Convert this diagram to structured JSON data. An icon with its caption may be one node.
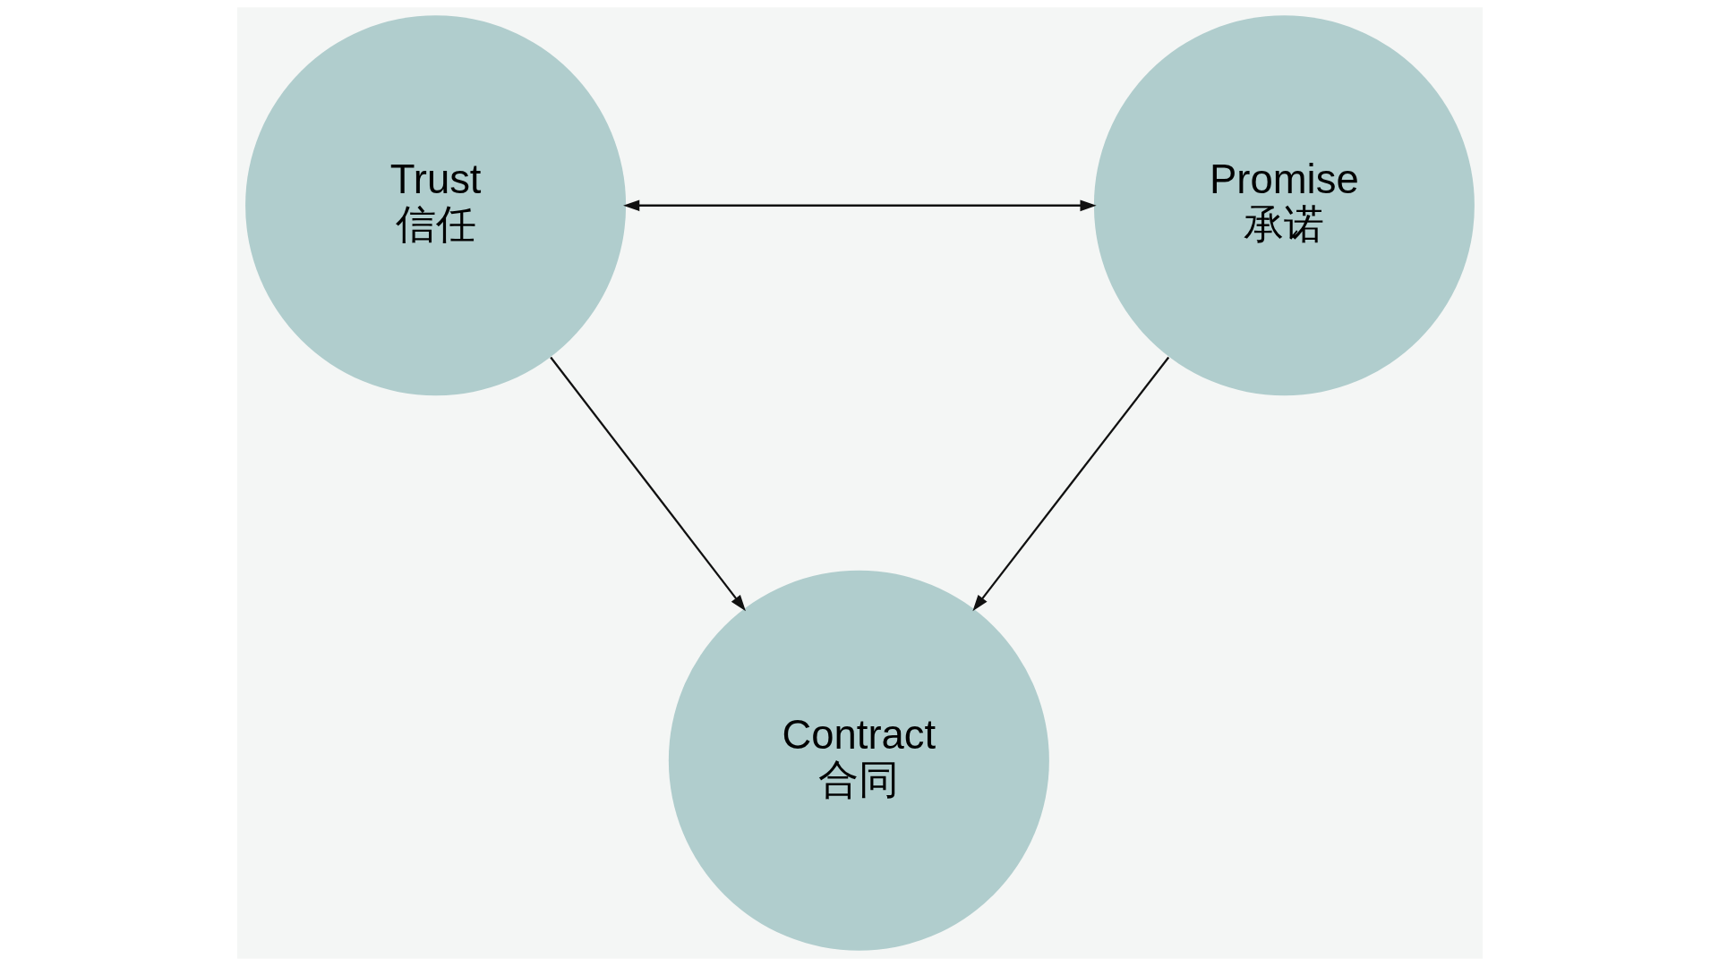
{
  "diagram": {
    "nodes": [
      {
        "text": [
          "Contract",
          "合同"
        ]
      },
      {
        "text": [
          "Trust",
          "信任"
        ]
      },
      {
        "text": [
          "Promise",
          "承诺"
        ]
      }
    ],
    "edges": [
      {
        "from": 1,
        "to": 0,
        "arrow": "to"
      },
      {
        "from": 2,
        "to": 0,
        "arrow": "to"
      },
      {
        "from": 1,
        "to": 2,
        "arrow": "both"
      }
    ]
  }
}
